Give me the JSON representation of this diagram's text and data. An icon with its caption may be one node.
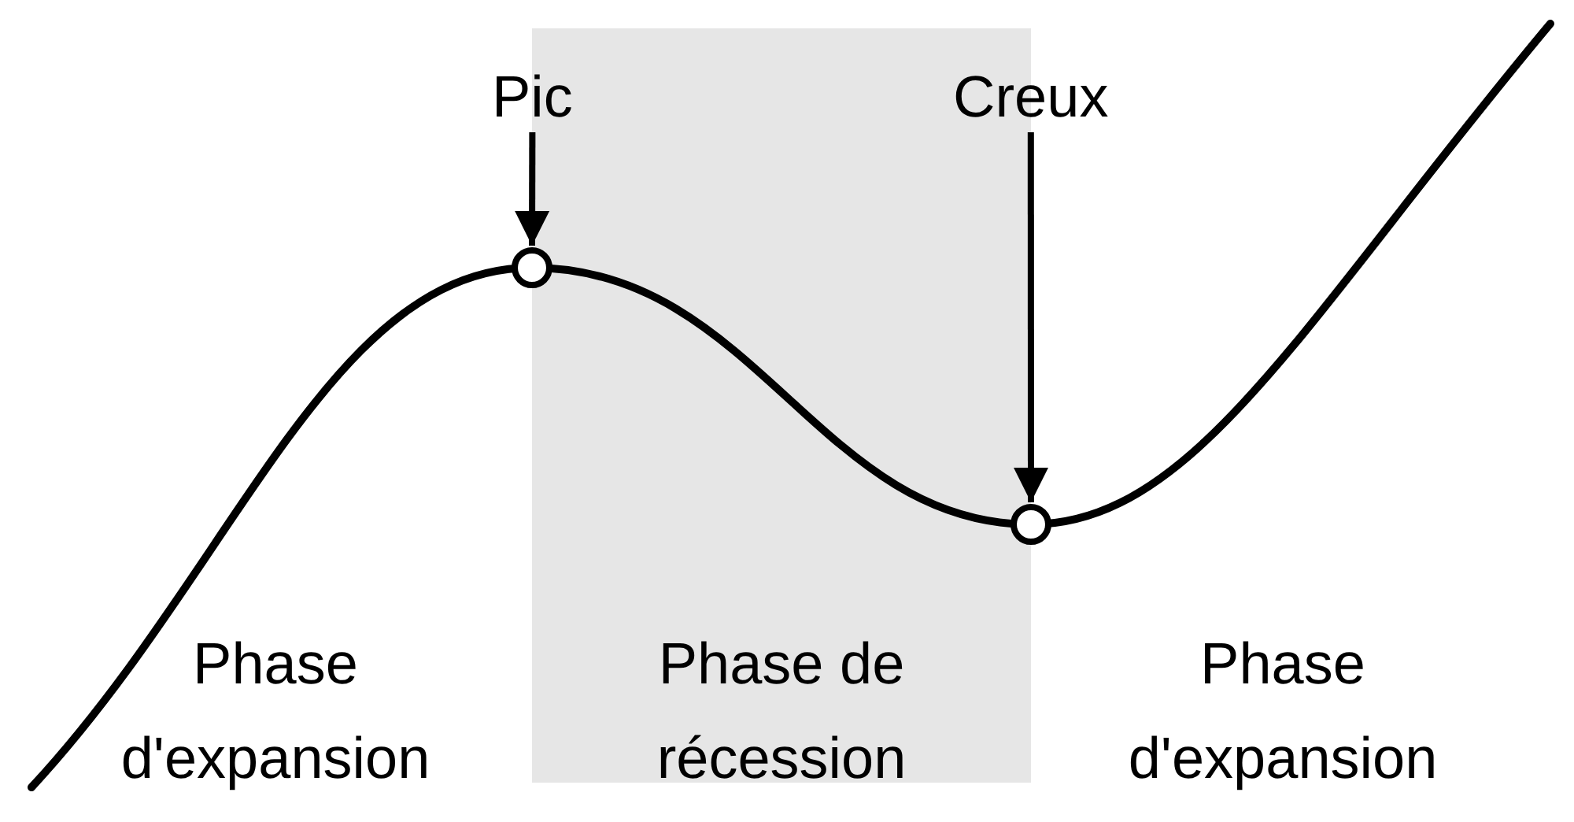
{
  "diagram": {
    "nodes": [
      {
        "text": [
          "Pic"
        ]
      },
      {
        "text": [],
        "shape": "circle"
      },
      {
        "text": [
          "Creux"
        ]
      },
      {
        "text": [],
        "shape": "circle"
      },
      {
        "text": [
          "Phase de récession"
        ]
      }
    ],
    "edges": [
      {
        "from": 0,
        "to": 1,
        "arrow": "to"
      },
      {
        "from": 2,
        "to": 3,
        "arrow": "to"
      }
    ],
    "labels": [
      "Phase d'expansion",
      "Phase d'expansion"
    ]
  }
}
